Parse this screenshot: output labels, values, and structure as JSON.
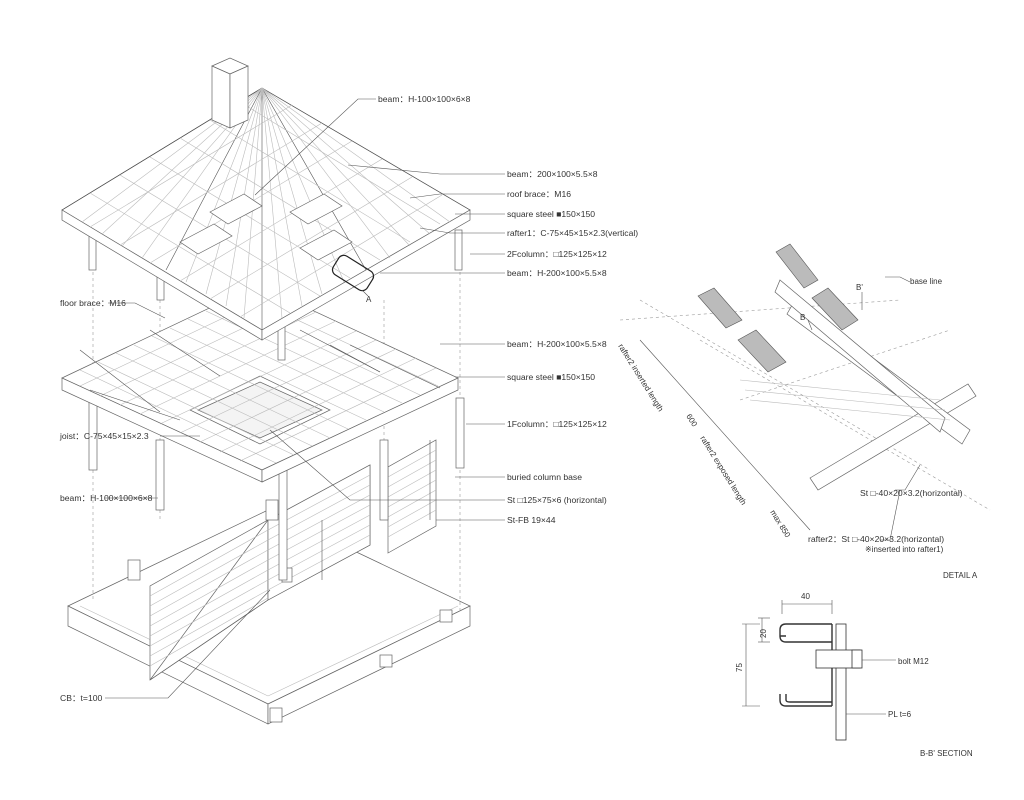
{
  "labels": {
    "beam_top": "beam：H-100×100×6×8",
    "beam_200": "beam：200×100×5.5×8",
    "roof_brace": "roof brace：M16",
    "square_steel_top": "square steel ■150×150",
    "rafter1": "rafter1：C-75×45×15×2.3(vertical)",
    "col2f": "2Fcolumn：□125×125×12",
    "beam_h200_a": "beam：H-200×100×5.5×8",
    "floor_brace": "floor brace：M16",
    "beam_h200_b": "beam：H-200×100×5.5×8",
    "square_steel_mid": "square steel ■150×150",
    "joist": "joist：C-75×45×15×2.3",
    "col1f": "1Fcolumn：□125×125×12",
    "buried_base": "buried column base",
    "beam_bottom": "beam：H-100×100×6×8",
    "st_horizontal": "St □125×75×6 (horizontal)",
    "st_fb": "St-FB 19×44",
    "cb": "CB：t=100",
    "marker_a": "A"
  },
  "detail_a": {
    "base_line": "base line",
    "b_prime": "B'",
    "b": "B",
    "rafter2_inserted": "rafter2 inserted length",
    "inserted_value": "600",
    "rafter2_exposed": "rafter2 exposed length",
    "exposed_value": "max 850",
    "st_horizontal": "St □-40×20×3.2(horizontal)",
    "rafter2_label": "rafter2：St □-40×20×3.2(horizontal)",
    "note": "※inserted into rafter1)",
    "title": "DETAIL A"
  },
  "section_bb": {
    "dim_width": "40",
    "dim_20": "20",
    "dim_75": "75",
    "bolt": "bolt M12",
    "plate": "PL t=6",
    "title": "B-B' SECTION"
  }
}
